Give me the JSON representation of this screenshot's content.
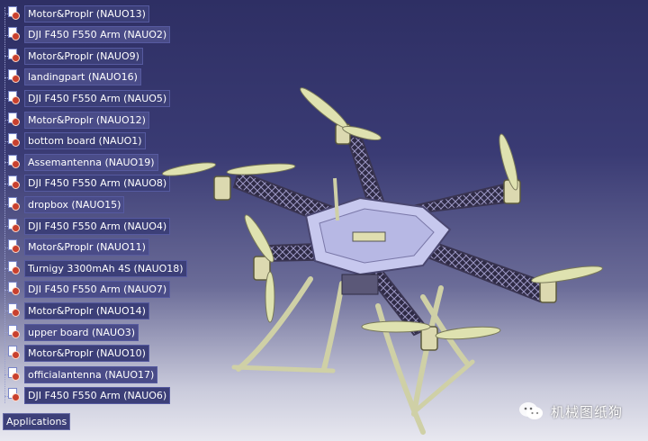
{
  "spec_tree": {
    "nodes": [
      {
        "label": "Motor&Proplr (NAUO13)"
      },
      {
        "label": "DJI F450 F550 Arm (NAUO2)"
      },
      {
        "label": "Motor&Proplr (NAUO9)"
      },
      {
        "label": "landingpart (NAUO16)"
      },
      {
        "label": "DJI F450 F550 Arm (NAUO5)"
      },
      {
        "label": "Motor&Proplr (NAUO12)"
      },
      {
        "label": "bottom board (NAUO1)"
      },
      {
        "label": "Assemantenna (NAUO19)"
      },
      {
        "label": "DJI F450 F550 Arm (NAUO8)"
      },
      {
        "label": "dropbox (NAUO15)"
      },
      {
        "label": "DJI F450 F550 Arm (NAUO4)"
      },
      {
        "label": "Motor&Proplr (NAUO11)"
      },
      {
        "label": "Turnigy 3300mAh 4S (NAUO18)"
      },
      {
        "label": "DJI F450 F550 Arm (NAUO7)"
      },
      {
        "label": "Motor&Proplr (NAUO14)"
      },
      {
        "label": "upper board (NAUO3)"
      },
      {
        "label": "Motor&Proplr (NAUO10)"
      },
      {
        "label": "officialantenna (NAUO17)"
      },
      {
        "label": "DJI F450 F550 Arm (NAUO6)"
      }
    ],
    "applications_label": "Applications"
  },
  "watermark": {
    "text": "机械图纸狗",
    "icon": "wechat-icon"
  },
  "colors": {
    "background_top": "#2e2f64",
    "background_bottom": "#e8e8f0",
    "frame_plate": "#c7c8ee",
    "arm_dark": "#3a3552",
    "propeller": "#dfe2b0",
    "motor": "#dcd9b0"
  }
}
